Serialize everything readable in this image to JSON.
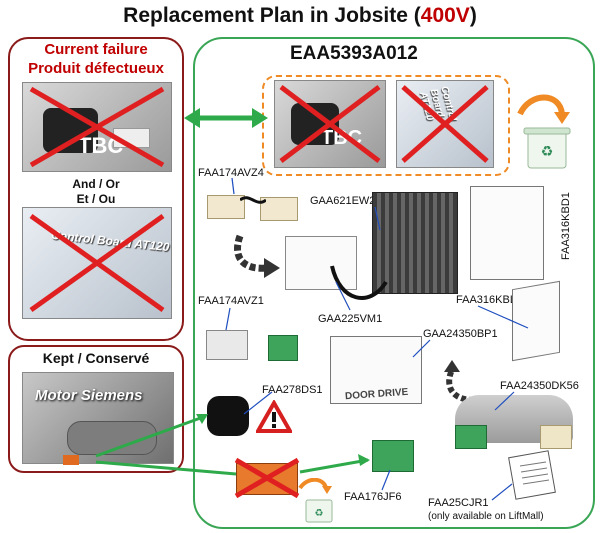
{
  "title": {
    "prefix": "Replacement Plan in Jobsite (",
    "accent": "400V",
    "suffix": ")"
  },
  "left": {
    "failure_title_line1": "Current failure",
    "failure_title_line2": "Produit défectueux",
    "andor_line1": "And / Or",
    "andor_line2": "Et / Ou",
    "board_text": "Control Board AT120",
    "encoder_text": "TBC",
    "kept_title": "Kept / Conservé",
    "motor_text": "Motor Siemens"
  },
  "right": {
    "kit_code": "EAA5393A012",
    "parts": [
      "FAA174AVZ4",
      "GAA621EW2",
      "FAA316KBD1",
      "GAA225VM1",
      "FAA174AVZ1",
      "FAA316KBL1",
      "GAA24350BP1",
      "FAA278DS1",
      "FAA24350DK56",
      "FAA176JF6",
      "FAA25CJR1"
    ],
    "liftmall_note": "(only available on LiftMall)",
    "door_drive_text": "DOOR DRIVE"
  },
  "colors": {
    "accent_red": "#c00000",
    "panel_red": "#8b1a1a",
    "panel_green": "#3aa655",
    "orange": "#ef8a24",
    "arrow_green": "#2eaa4a"
  }
}
